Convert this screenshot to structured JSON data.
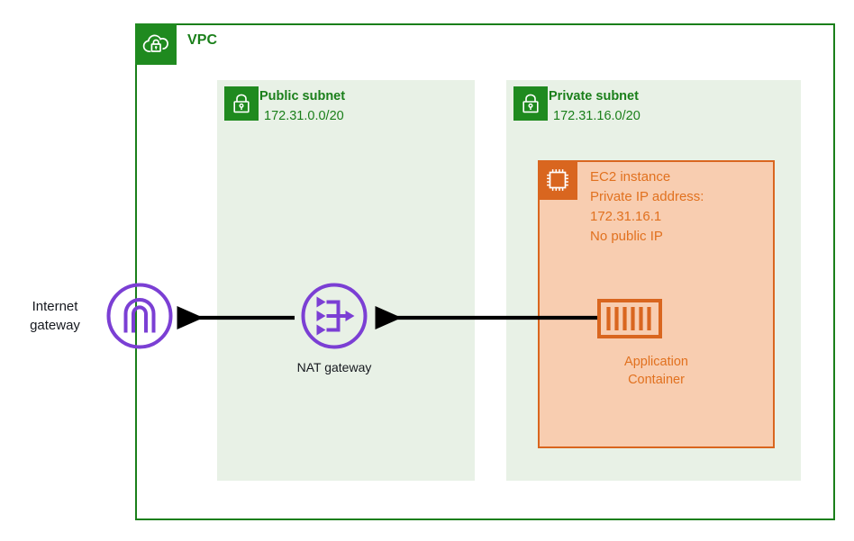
{
  "diagram": {
    "title": "AWS VPC with public and private subnets, NAT gateway and internet gateway",
    "colors": {
      "vpc_green": "#1a7f1a",
      "badge_green": "#1f8a1f",
      "subnet_fill": "#e8f1e6",
      "ec2_orange": "#d9661f",
      "ec2_fill": "#f8cdb0",
      "ec2_text": "#e1711f",
      "gateway_purple": "#7b3fd4",
      "arrow_black": "#000000",
      "label_dark": "#16191f"
    }
  },
  "vpc": {
    "label": "VPC",
    "icon": "vpc-cloud-lock-icon"
  },
  "subnets": [
    {
      "name": "Public subnet",
      "cidr": "172.31.0.0/20",
      "icon": "lock-icon",
      "type": "public"
    },
    {
      "name": "Private subnet",
      "cidr": "172.31.16.0/20",
      "icon": "lock-icon",
      "type": "private"
    }
  ],
  "ec2": {
    "icon": "ec2-chip-icon",
    "lines": [
      "EC2 instance",
      "Private IP address:",
      "172.31.16.1",
      "No public IP"
    ],
    "line1": "EC2 instance",
    "line2": "Private IP address:",
    "line3": "172.31.16.1",
    "line4": "No public IP"
  },
  "container": {
    "icon": "application-container-icon",
    "label_line1": "Application",
    "label_line2": "Container"
  },
  "gateways": [
    {
      "id": "internet-gateway",
      "label_line1": "Internet",
      "label_line2": "gateway",
      "icon": "internet-gateway-icon"
    },
    {
      "id": "nat-gateway",
      "label": "NAT gateway",
      "icon": "nat-gateway-icon"
    }
  ],
  "internet_gateway": {
    "label_line1": "Internet",
    "label_line2": "gateway"
  },
  "nat_gateway": {
    "label": "NAT gateway"
  },
  "connections": [
    {
      "from": "Application Container",
      "to": "NAT gateway",
      "direction": "left"
    },
    {
      "from": "NAT gateway",
      "to": "Internet gateway",
      "direction": "left"
    }
  ]
}
